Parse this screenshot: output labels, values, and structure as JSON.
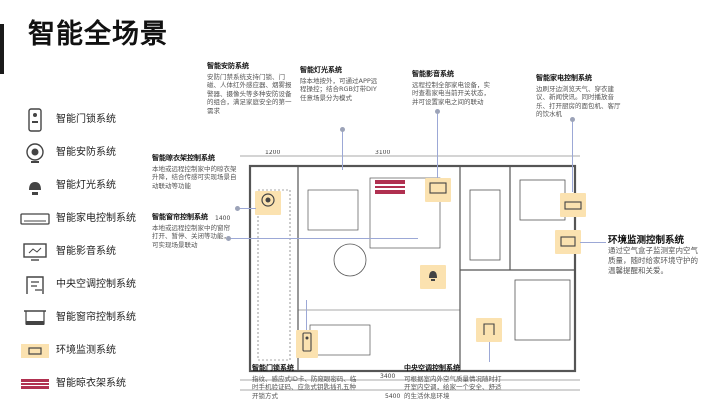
{
  "page": {
    "title": "智能全场景"
  },
  "legend": [
    {
      "icon": "door-lock-icon",
      "label": "智能门锁系统"
    },
    {
      "icon": "security-camera-icon",
      "label": "智能安防系统"
    },
    {
      "icon": "light-bulb-icon",
      "label": "智能灯光系统"
    },
    {
      "icon": "air-conditioner-icon",
      "label": "智能家电控制系统"
    },
    {
      "icon": "tv-icon",
      "label": "智能影音系统"
    },
    {
      "icon": "central-ac-icon",
      "label": "中央空调控制系统"
    },
    {
      "icon": "curtain-icon",
      "label": "智能窗帘控制系统"
    },
    {
      "icon": "environment-monitor-icon",
      "label": "环境监测系统"
    },
    {
      "icon": "clothes-rack-icon",
      "label": "智能晾衣架系统"
    }
  ],
  "systems": {
    "security": {
      "title": "智能安防系统",
      "desc": "安防门禁系统支持门锁、门磁、人体红外感应器、烟雾报警器、摄像头等多种安防设备的组合，满足家庭安全的第一需求"
    },
    "lighting": {
      "title": "智能灯光系统",
      "desc": "除本地按外，可通过APP远程操控；结合RGB灯带DIY任意场景分为模式"
    },
    "av": {
      "title": "智能影音系统",
      "desc": "远程控制全部家电设备，实时查看家电当前开关状态，并可设置家电之间的联动"
    },
    "appliance": {
      "title": "智能家电控制系统",
      "desc": "边刷牙边浏览天气、穿衣建议、新闻快讯。同时播放音乐、打开厨房的面包机、客厅的饮水机"
    },
    "clothes": {
      "title": "智能晾衣架控制系统",
      "desc": "本地或远程控制家中的晾衣架升降，结合传感可实现场景自动联动等功能"
    },
    "curtain": {
      "title": "智能窗帘控制系统",
      "desc": "本地或远程控制家中的窗帘打开、暂停、关闭等功能，可实现场景联动"
    },
    "lock": {
      "title": "智能门锁系统",
      "desc": "指纹、感应式ID卡、防窥眼密码、临时手机验证码、应急式钥匙插孔五种开锁方式"
    },
    "hvac": {
      "title": "中央空调控制系统",
      "desc": "可根据室内外空气质量情况随时打开室内空调，给家一个安全、舒适的生活休息环境"
    },
    "environment": {
      "title": "环境监测控制系统",
      "desc": "通过空气盒子监测室内空气质量，随时给家环境守护的温馨提醒和关爱。"
    }
  },
  "dimensions": {
    "top_left": "1200",
    "top_mid": "3100",
    "left": "1400",
    "bottom_mid": "3400",
    "bottom_total": "5400"
  },
  "colors": {
    "accent": "#fbe2b0",
    "line": "#9ca8d6",
    "wall": "#555555",
    "highlight": "#b03050"
  }
}
